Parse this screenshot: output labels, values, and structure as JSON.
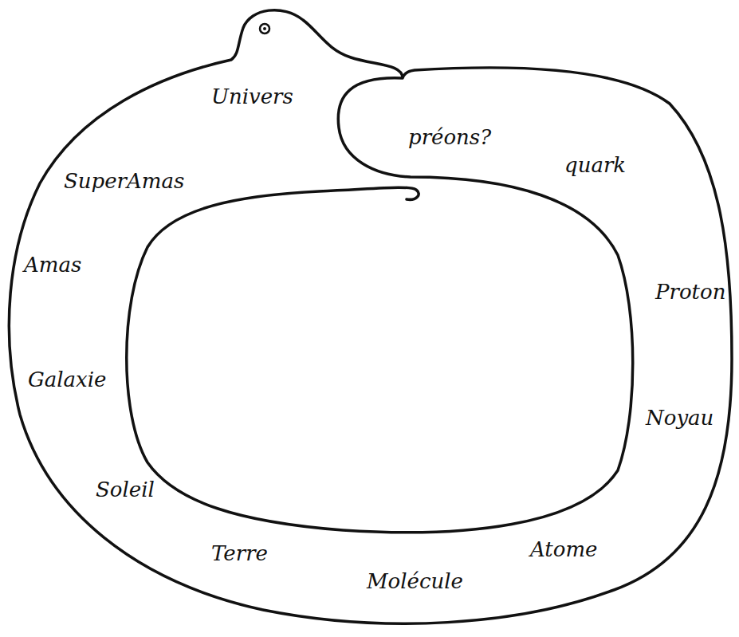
{
  "diagram": {
    "nodes": [
      {
        "text": [
          "Univers",
          "SuperAmas",
          "Amas",
          "Galaxie",
          "Soleil",
          "Terre",
          "Molécule",
          "Atome",
          "Noyau",
          "Proton",
          "quark",
          "préons?"
        ]
      }
    ]
  }
}
